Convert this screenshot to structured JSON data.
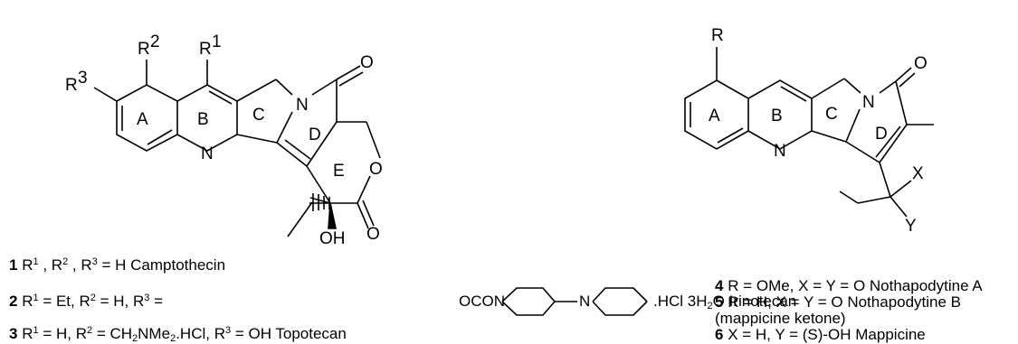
{
  "left": {
    "atoms": {
      "r1": "R",
      "r1_sup": "1",
      "r2": "R",
      "r2_sup": "2",
      "r3": "R",
      "r3_sup": "3",
      "n1": "N",
      "n2": "N",
      "o_ring": "O",
      "o_carbonyl_top": "O",
      "o_carbonyl_bottom": "O",
      "oh": "OH"
    },
    "rings": {
      "a": "A",
      "b": "B",
      "c": "C",
      "d": "D",
      "e": "E"
    },
    "captions": {
      "c1": {
        "num": "1",
        "r1": "R",
        "s1": "1",
        "sep1": " , R",
        "s2": "2",
        "sep2": " , R",
        "s3": "3",
        "rest": " = H Camptothecin"
      },
      "c2": {
        "num": "2",
        "pre": " R",
        "s1": "1",
        "t1": " = Et, R",
        "s2": "2",
        "t2": " = H, R",
        "s3": "3",
        "t3": " =",
        "oco": "OCON",
        "n": "N",
        "hcl_pre": ".HCl 3H",
        "sub": "2",
        "hcl_post": "O Irinotecan"
      },
      "c3": {
        "num": "3",
        "pre": " R",
        "s1": "1",
        "t1": " = H, R",
        "s2": "2",
        "t2": " = CH",
        "sb1": "2",
        "t3": "NMe",
        "sb2": "2",
        "t4": ".HCl, R",
        "s3": "3",
        "t5": " = OH Topotecan"
      }
    }
  },
  "right": {
    "atoms": {
      "r": "R",
      "n1": "N",
      "n2": "N",
      "o": "O",
      "x": "X",
      "y": "Y"
    },
    "rings": {
      "a": "A",
      "b": "B",
      "c": "C",
      "d": "D"
    },
    "captions": {
      "c4": {
        "num": "4",
        "text": " R = OMe, X = Y = O Nothapodytine A"
      },
      "c5": {
        "num": "5",
        "text": " R = H, X = Y = O Nothapodytine B"
      },
      "c5b": {
        "text": "(mappicine ketone)"
      },
      "c6": {
        "num": "6",
        "text": " X = H, Y = (S)-OH Mappicine"
      }
    }
  }
}
